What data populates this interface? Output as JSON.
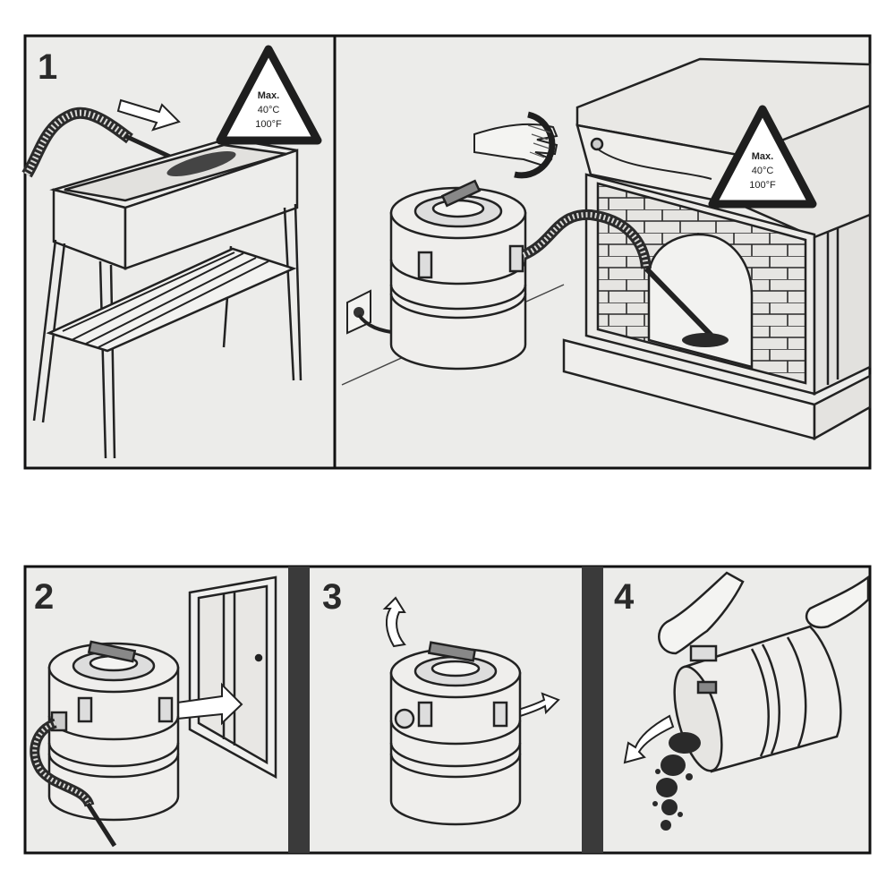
{
  "steps": [
    {
      "number": "1"
    },
    {
      "number": "2"
    },
    {
      "number": "3"
    },
    {
      "number": "4"
    }
  ],
  "warning": {
    "line1": "Max.",
    "line2": "40°C",
    "line3": "100°F"
  },
  "colors": {
    "panel_bg": "#ececea",
    "ink": "#1e1e1e",
    "divider": "#3a3a3a",
    "ash": "#2a2a2a"
  },
  "icons": [
    "barbecue-grill-icon",
    "fireplace-icon",
    "ash-vacuum-icon",
    "hand-touch-icon",
    "door-icon",
    "direction-arrow-icon",
    "warning-triangle-icon",
    "power-socket-icon"
  ]
}
